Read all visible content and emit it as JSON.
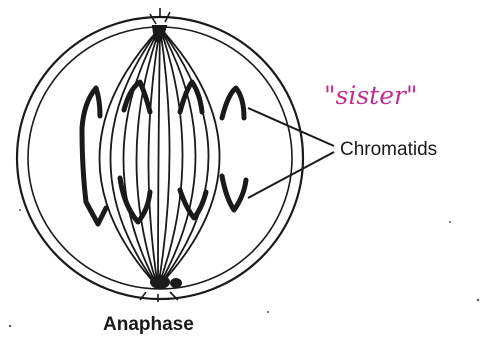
{
  "diagram": {
    "caption": "Anaphase",
    "label": "Chromatids",
    "handwritten_note": "\"sister\"",
    "colors": {
      "ink": "#1a1a1a",
      "paper": "#ffffff",
      "handwriting": "#c2308e"
    }
  }
}
